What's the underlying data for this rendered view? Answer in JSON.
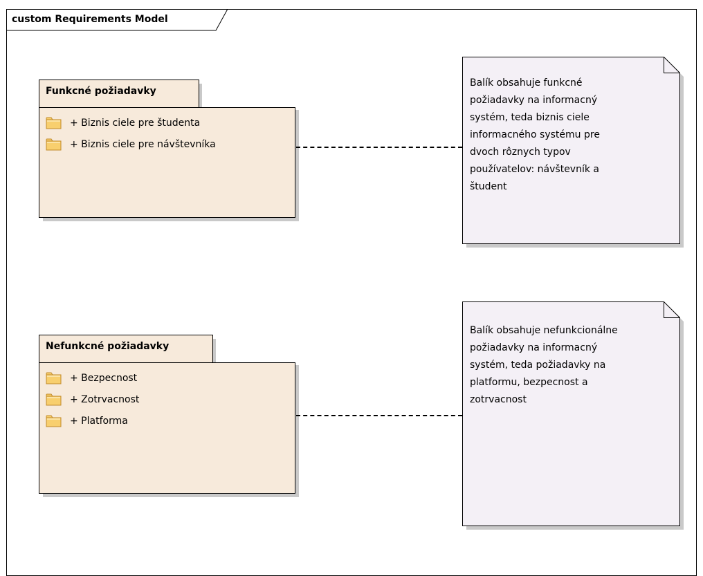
{
  "frame": {
    "title": "custom Requirements Model"
  },
  "packages": [
    {
      "title": "Funkcné požiadavky",
      "items": [
        "+ Biznis ciele pre študenta",
        "+ Biznis ciele pre návštevníka"
      ]
    },
    {
      "title": "Nefunkcné požiadavky",
      "items": [
        "+ Bezpecnost",
        "+ Zotrvacnost",
        "+ Platforma"
      ]
    }
  ],
  "notes": [
    {
      "text": "Balík obsahuje funkcné\npožiadavky na informacný\nsystém, teda biznis ciele\ninformacného systému pre\ndvoch rôznych typov\npoužívatelov: návštevník a\nštudent"
    },
    {
      "text": "Balík obsahuje nefunkcionálne\npožiadavky na informacný\nsystém, teda požiadavky na\nplatformu, bezpecnost a\nzotrvacnost"
    }
  ],
  "colors": {
    "package_fill": "#f7eadb",
    "note_fill": "#f4f0f6",
    "folder_fill": "#f8cf6e",
    "folder_stroke": "#c08a2a"
  }
}
